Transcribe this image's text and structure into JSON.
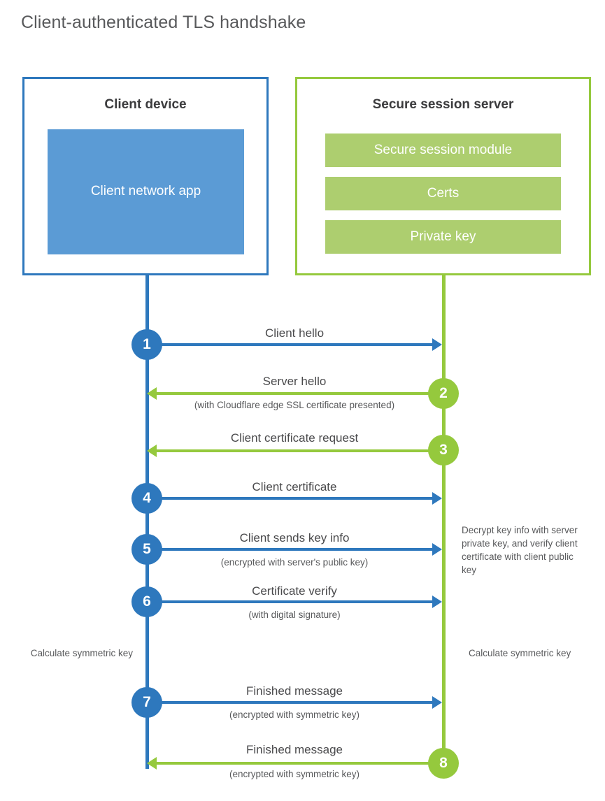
{
  "title": "Client-authenticated TLS handshake",
  "colors": {
    "blue_stroke": "#2e78bd",
    "blue_fill": "#5b9bd5",
    "green_stroke": "#95c93d",
    "green_fill": "#adce6f",
    "text": "#58595b"
  },
  "actors": {
    "client": {
      "title": "Client device",
      "inner_block": "Client network app"
    },
    "server": {
      "title": "Secure session server",
      "modules": [
        "Secure session module",
        "Certs",
        "Private key"
      ]
    }
  },
  "steps": [
    {
      "number": "1",
      "label": "Client hello",
      "sub": "",
      "direction": "client-to-server",
      "color": "blue"
    },
    {
      "number": "2",
      "label": "Server hello",
      "sub": "(with Cloudflare edge SSL certificate presented)",
      "direction": "server-to-client",
      "color": "green"
    },
    {
      "number": "3",
      "label": "Client certificate request",
      "sub": "",
      "direction": "server-to-client",
      "color": "green"
    },
    {
      "number": "4",
      "label": "Client certificate",
      "sub": "",
      "direction": "client-to-server",
      "color": "blue"
    },
    {
      "number": "5",
      "label": "Client sends key info",
      "sub": "(encrypted with server's public key)",
      "direction": "client-to-server",
      "color": "blue"
    },
    {
      "number": "6",
      "label": "Certificate verify",
      "sub": "(with digital signature)",
      "direction": "client-to-server",
      "color": "blue"
    },
    {
      "number": "7",
      "label": "Finished message",
      "sub": "(encrypted with symmetric key)",
      "direction": "client-to-server",
      "color": "blue"
    },
    {
      "number": "8",
      "label": "Finished message",
      "sub": "(encrypted with symmetric key)",
      "direction": "server-to-client",
      "color": "green"
    }
  ],
  "notes": {
    "server_decrypt": "Decrypt key info with server private key, and verify client certificate with client public key",
    "client_calculate": "Calculate symmetric key",
    "server_calculate": "Calculate symmetric key"
  }
}
